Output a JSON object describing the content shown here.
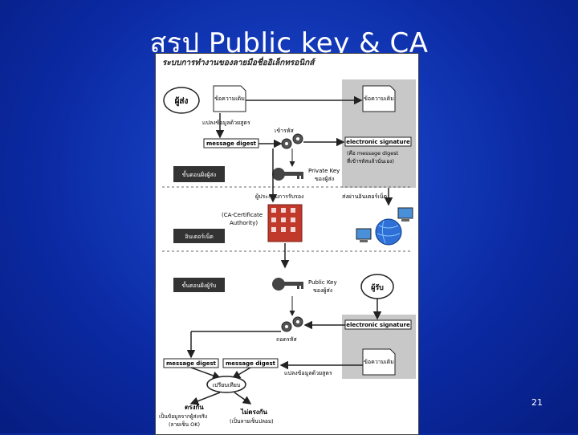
{
  "slide": {
    "title": "สรป   Public key & CA",
    "page_number": "21"
  },
  "diagram": {
    "header": "ระบบการทำงานของลายมือชื่ออิเล็กทรอนิกส์",
    "sender": "ผู้ส่ง",
    "orig_msg_1": "ข้อความเดิม",
    "orig_msg_2": "ข้อความเดิม",
    "convert_note": "แปลงข้อมูลด้วยสูตร",
    "encrypt_label": "เข้ารหัส",
    "message_digest": "message digest",
    "electronic_signature": "electronic signature",
    "es_note_1": "(คือ message digest",
    "es_note_2": "ที่เข้ารหัสแล้วนั่นเอง)",
    "sender_step": "ขั้นตอนฝั่งผู้ส่ง",
    "private_key_1": "Private Key",
    "private_key_2": "ของผู้ส่ง",
    "ca_org": "ผู้ประกอบการรับรอง",
    "ca_full_1": "(CA-Certificate",
    "ca_full_2": "Authority)",
    "via_internet": "ส่งผ่านอินเตอร์เน็ต",
    "internet_step": "อินเตอร์เน็ต",
    "receiver_step": "ขั้นตอนฝั่งผู้รับ",
    "public_key_1": "Public Key",
    "public_key_2": "ของผู้ส่ง",
    "receiver": "ผู้รับ",
    "decrypt_label": "ถอดรหัส",
    "convert_note_2": "แปลงข้อมูลด้วยสูตร",
    "compare": "เปรียบเทียบ",
    "match": "ตรงกัน",
    "match_note_1": "เป็นข้อมูลจากผู้ส่งจริง",
    "match_note_2": "(ลายเซ็น OK)",
    "nomatch": "ไม่ตรงกัน",
    "nomatch_note": "(เป็นลายเซ็นปลอม)"
  },
  "colors": {
    "background": "#0b2aa3",
    "shaded_box": "#c8c8c8",
    "building": "#c0392b"
  }
}
